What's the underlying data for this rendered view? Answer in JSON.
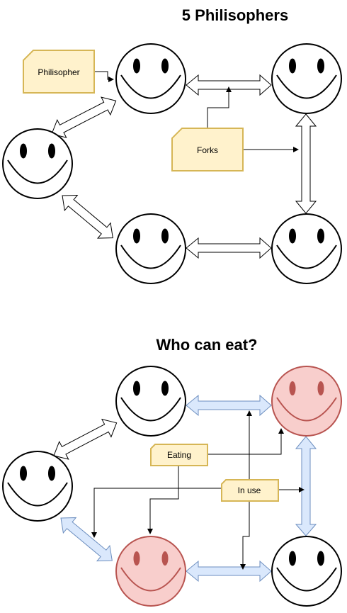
{
  "diagram_top": {
    "title": "5 Philisophers",
    "philosopher_note": "Philisopher",
    "forks_note": "Forks"
  },
  "diagram_bottom": {
    "title": "Who can eat?",
    "eating_note": "Eating",
    "in_use_note": "In use"
  },
  "colors": {
    "face_default": "#ffffff",
    "face_eating": "#f8cecc",
    "face_eating_stroke": "#b85450",
    "fork_free": "#ffffff",
    "fork_in_use": "#dae8fc",
    "fork_in_use_stroke": "#6c8ebf",
    "note_fill": "#fff2cc",
    "note_stroke": "#d6b656"
  }
}
